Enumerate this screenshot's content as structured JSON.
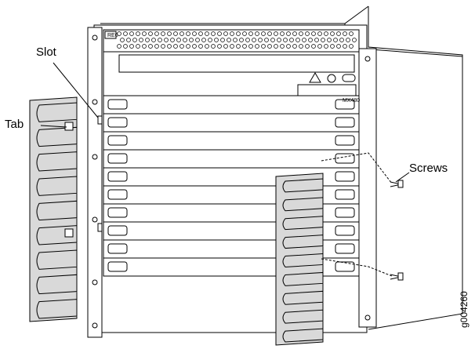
{
  "callouts": {
    "slot": "Slot",
    "tab": "Tab",
    "screws": "Screws"
  },
  "figure_id": "g004260",
  "chassis": {
    "model": "MX480",
    "fpd_label": "RE0"
  },
  "colors": {
    "line": "#000000",
    "cable_manager_fill": "#d9d9d9",
    "background": "#ffffff"
  }
}
